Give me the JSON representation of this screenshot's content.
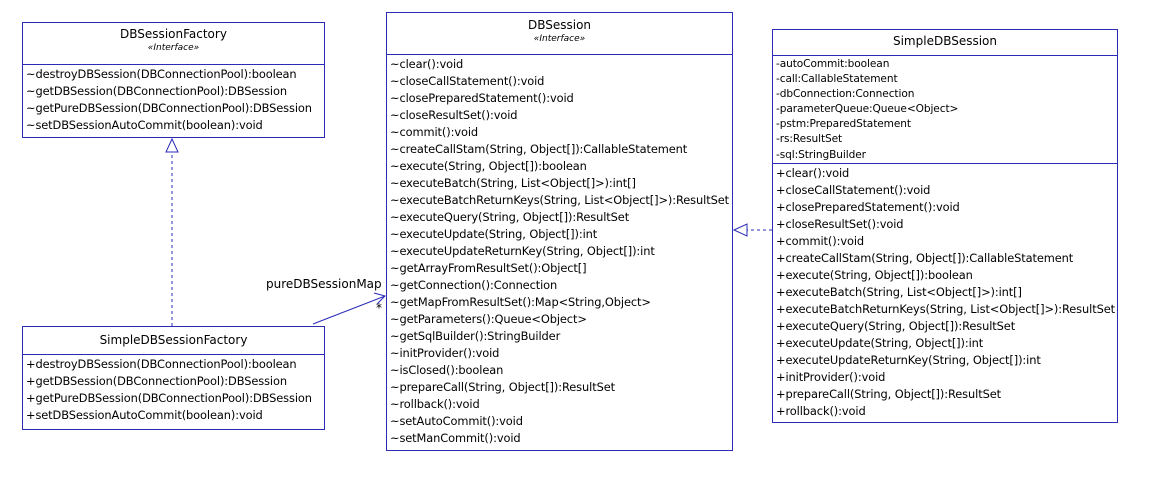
{
  "classes": {
    "db_session_factory": {
      "name": "DBSessionFactory",
      "stereotype": "«Interface»",
      "methods": [
        "~destroyDBSession(DBConnectionPool):boolean",
        "~getDBSession(DBConnectionPool):DBSession",
        "~getPureDBSession(DBConnectionPool):DBSession",
        "~setDBSessionAutoCommit(boolean):void"
      ]
    },
    "simple_db_session_factory": {
      "name": "SimpleDBSessionFactory",
      "methods": [
        "+destroyDBSession(DBConnectionPool):boolean",
        "+getDBSession(DBConnectionPool):DBSession",
        "+getPureDBSession(DBConnectionPool):DBSession",
        "+setDBSessionAutoCommit(boolean):void"
      ]
    },
    "db_session": {
      "name": "DBSession",
      "stereotype": "«Interface»",
      "methods": [
        "~clear():void",
        "~closeCallStatement():void",
        "~closePreparedStatement():void",
        "~closeResultSet():void",
        "~commit():void",
        "~createCallStam(String, Object[]):CallableStatement",
        "~execute(String, Object[]):boolean",
        "~executeBatch(String, List<Object[]>):int[]",
        "~executeBatchReturnKeys(String, List<Object[]>):ResultSet",
        "~executeQuery(String, Object[]):ResultSet",
        "~executeUpdate(String, Object[]):int",
        "~executeUpdateReturnKey(String, Object[]):int",
        "~getArrayFromResultSet():Object[]",
        "~getConnection():Connection",
        "~getMapFromResultSet():Map<String,Object>",
        "~getParameters():Queue<Object>",
        "~getSqlBuilder():StringBuilder",
        "~initProvider():void",
        "~isClosed():boolean",
        "~prepareCall(String, Object[]):ResultSet",
        "~rollback():void",
        "~setAutoCommit():void",
        "~setManCommit():void"
      ]
    },
    "simple_db_session": {
      "name": "SimpleDBSession",
      "attributes": [
        "-autoCommit:boolean",
        "-call:CallableStatement",
        "-dbConnection:Connection",
        "-parameterQueue:Queue<Object>",
        "-pstm:PreparedStatement",
        "-rs:ResultSet",
        "-sql:StringBuilder"
      ],
      "methods": [
        "+clear():void",
        "+closeCallStatement():void",
        "+closePreparedStatement():void",
        "+closeResultSet():void",
        "+commit():void",
        "+createCallStam(String, Object[]):CallableStatement",
        "+execute(String, Object[]):boolean",
        "+executeBatch(String, List<Object[]>):int[]",
        "+executeBatchReturnKeys(String, List<Object[]>):ResultSet",
        "+executeQuery(String, Object[]):ResultSet",
        "+executeUpdate(String, Object[]):int",
        "+executeUpdateReturnKey(String, Object[]):int",
        "+initProvider():void",
        "+prepareCall(String, Object[]):ResultSet",
        "+rollback():void"
      ]
    }
  },
  "association": {
    "role": "pureDBSessionMap",
    "multiplicity": "*"
  },
  "colors": {
    "border": "#2b2bb8",
    "connector": "#2b2bb8",
    "background": "#ffffff",
    "text": "#000000"
  }
}
